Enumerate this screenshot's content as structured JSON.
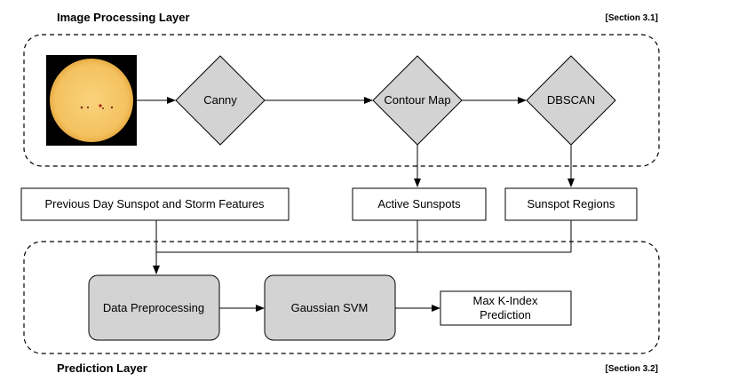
{
  "layers": {
    "image_processing": {
      "title": "Image Processing Layer",
      "section": "[Section 3.1]"
    },
    "prediction": {
      "title": "Prediction Layer",
      "section": "[Section 3.2]"
    }
  },
  "nodes": {
    "canny": "Canny",
    "contour_map": "Contour Map",
    "dbscan": "DBSCAN",
    "previous_day": "Previous Day Sunspot and Storm Features",
    "active_sunspots": "Active Sunspots",
    "sunspot_regions": "Sunspot Regions",
    "data_preprocessing": "Data Preprocessing",
    "gaussian_svm": "Gaussian SVM",
    "max_k_index_line1": "Max K-Index",
    "max_k_index_line2": "Prediction"
  },
  "colors": {
    "diamond_fill": "#d3d3d3",
    "process_fill": "#d3d3d3",
    "sun_fill": "#f6c96b",
    "sun_background": "#000000"
  }
}
